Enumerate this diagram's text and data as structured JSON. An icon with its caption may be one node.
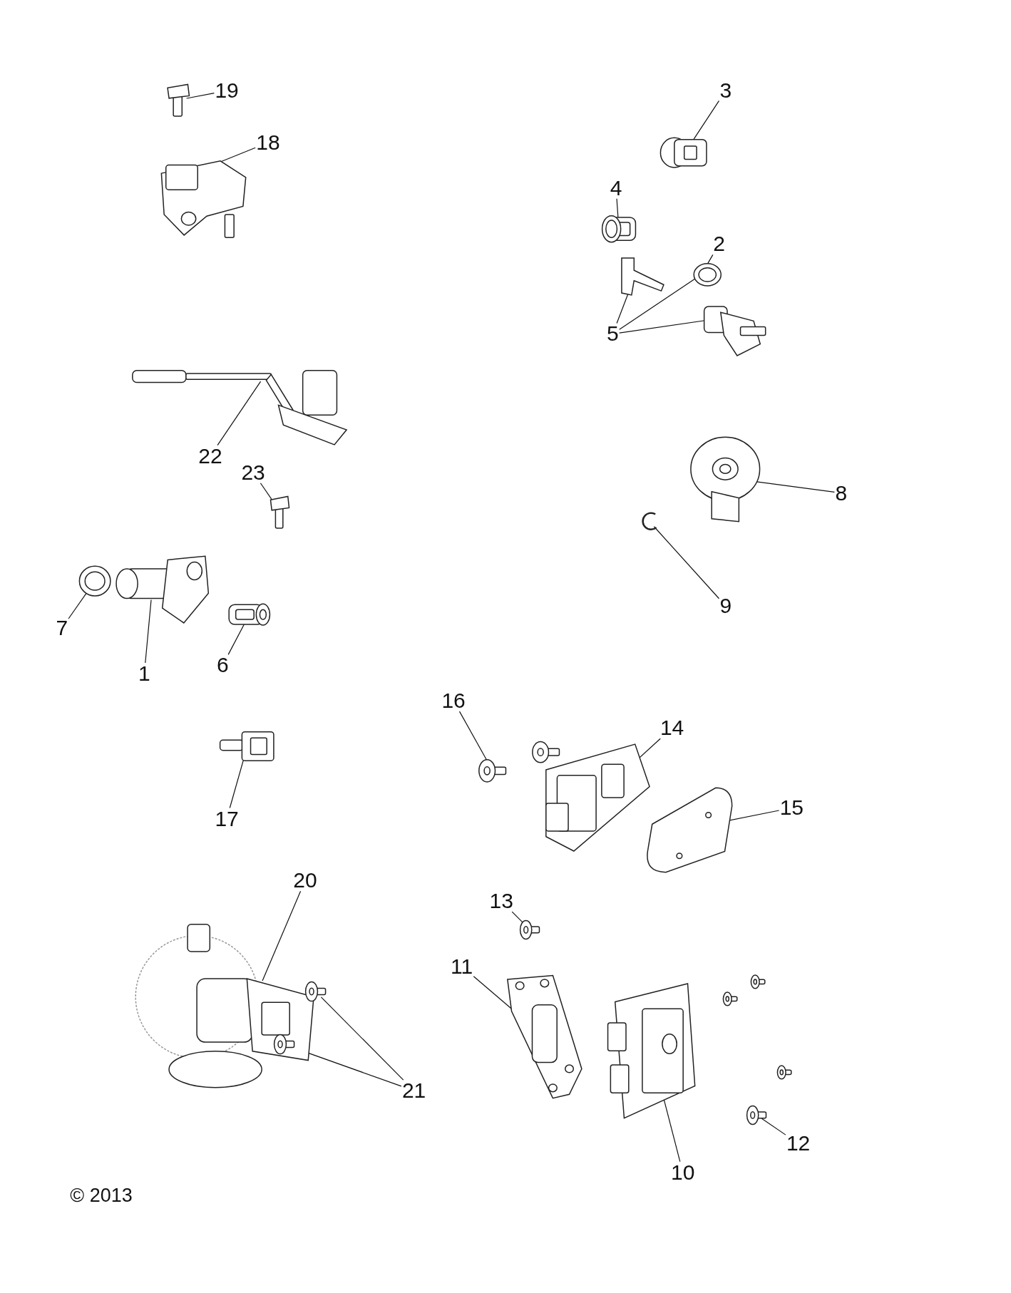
{
  "diagram": {
    "nodes": [
      {
        "text": [
          "19"
        ]
      },
      {
        "text": [],
        "shape": "picture"
      },
      {
        "text": [
          "18"
        ]
      },
      {
        "text": [],
        "shape": "picture"
      },
      {
        "text": [
          "3"
        ]
      },
      {
        "text": [],
        "shape": "picture"
      },
      {
        "text": [
          "4"
        ]
      },
      {
        "text": [],
        "shape": "picture"
      },
      {
        "text": [
          "2"
        ]
      },
      {
        "text": [],
        "shape": "picture"
      },
      {
        "text": [
          "5"
        ]
      },
      {
        "text": [],
        "shape": "picture"
      },
      {
        "text": [],
        "shape": "picture"
      },
      {
        "text": [
          "22"
        ]
      },
      {
        "text": [],
        "shape": "picture"
      },
      {
        "text": [
          "23"
        ]
      },
      {
        "text": [],
        "shape": "picture"
      },
      {
        "text": [
          "8"
        ]
      },
      {
        "text": [],
        "shape": "picture"
      },
      {
        "text": [
          "9"
        ]
      },
      {
        "text": [],
        "shape": "picture"
      },
      {
        "text": [
          "7"
        ]
      },
      {
        "text": [],
        "shape": "picture"
      },
      {
        "text": [
          "1"
        ]
      },
      {
        "text": [],
        "shape": "picture"
      },
      {
        "text": [
          "6"
        ]
      },
      {
        "text": [],
        "shape": "picture"
      },
      {
        "text": [
          "16"
        ]
      },
      {
        "text": [],
        "shape": "picture"
      },
      {
        "text": [
          "14"
        ]
      },
      {
        "text": [],
        "shape": "picture"
      },
      {
        "text": [
          "17"
        ]
      },
      {
        "text": [],
        "shape": "picture"
      },
      {
        "text": [
          "15"
        ]
      },
      {
        "text": [],
        "shape": "picture"
      },
      {
        "text": [
          "20"
        ]
      },
      {
        "text": [],
        "shape": "picture"
      },
      {
        "text": [
          "13"
        ]
      },
      {
        "text": [],
        "shape": "picture"
      },
      {
        "text": [
          "11"
        ]
      },
      {
        "text": [],
        "shape": "picture"
      },
      {
        "text": [
          "21"
        ]
      },
      {
        "text": [],
        "shape": "picture"
      },
      {
        "text": [],
        "shape": "picture"
      },
      {
        "text": [
          "12"
        ]
      },
      {
        "text": [],
        "shape": "picture"
      },
      {
        "text": [
          "10"
        ]
      },
      {
        "text": [],
        "shape": "picture"
      }
    ],
    "edges": [
      {
        "from": 0,
        "to": 1,
        "arrow": "none"
      },
      {
        "from": 2,
        "to": 3,
        "arrow": "none"
      },
      {
        "from": 4,
        "to": 5,
        "arrow": "none"
      },
      {
        "from": 6,
        "to": 7,
        "arrow": "none"
      },
      {
        "from": 8,
        "to": 9,
        "arrow": "none"
      },
      {
        "from": 10,
        "to": 11,
        "arrow": "none"
      },
      {
        "from": 10,
        "to": 9,
        "arrow": "none"
      },
      {
        "from": 10,
        "to": 12,
        "arrow": "none"
      },
      {
        "from": 13,
        "to": 14,
        "arrow": "none"
      },
      {
        "from": 15,
        "to": 16,
        "arrow": "none"
      },
      {
        "from": 17,
        "to": 18,
        "arrow": "none"
      },
      {
        "from": 19,
        "to": 20,
        "arrow": "none"
      },
      {
        "from": 21,
        "to": 22,
        "arrow": "none"
      },
      {
        "from": 23,
        "to": 24,
        "arrow": "none"
      },
      {
        "from": 25,
        "to": 26,
        "arrow": "none"
      },
      {
        "from": 27,
        "to": 28,
        "arrow": "none"
      },
      {
        "from": 29,
        "to": 30,
        "arrow": "none"
      },
      {
        "from": 31,
        "to": 32,
        "arrow": "none"
      },
      {
        "from": 33,
        "to": 34,
        "arrow": "none"
      },
      {
        "from": 35,
        "to": 36,
        "arrow": "none"
      },
      {
        "from": 37,
        "to": 38,
        "arrow": "none"
      },
      {
        "from": 39,
        "to": 40,
        "arrow": "none"
      },
      {
        "from": 41,
        "to": 42,
        "arrow": "none"
      },
      {
        "from": 41,
        "to": 43,
        "arrow": "none"
      },
      {
        "from": 44,
        "to": 45,
        "arrow": "none"
      },
      {
        "from": 46,
        "to": 47,
        "arrow": "none"
      }
    ],
    "labels": [
      "© 2013"
    ]
  }
}
